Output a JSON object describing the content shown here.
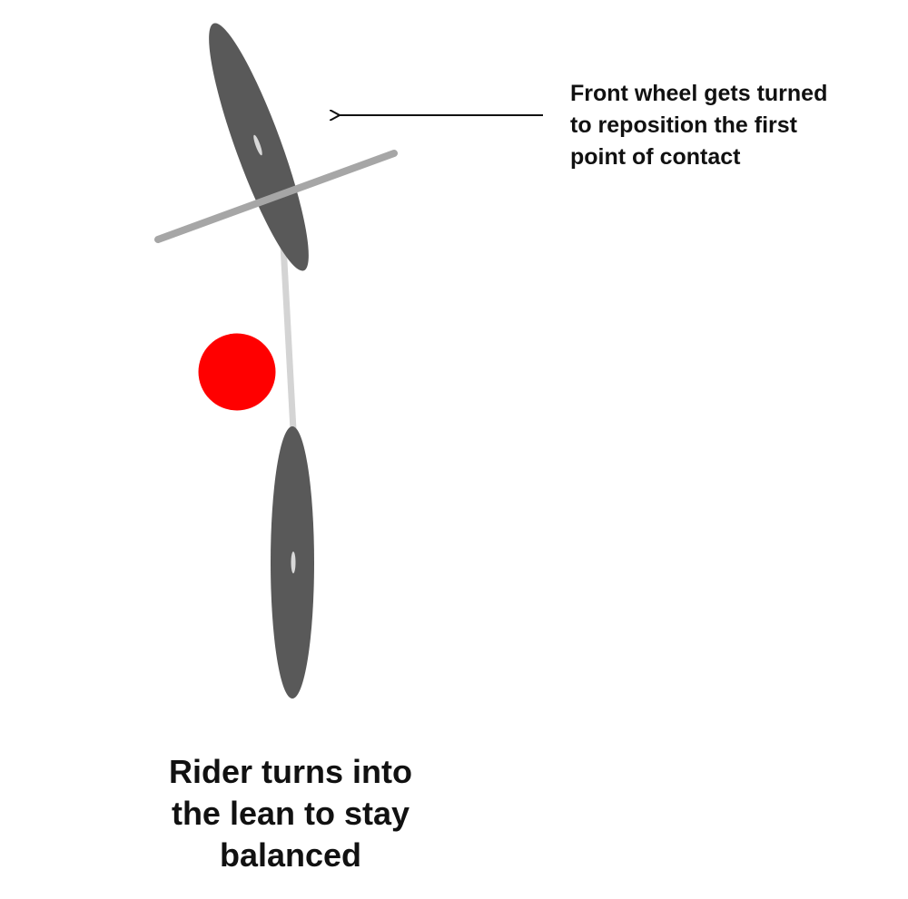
{
  "annotation": {
    "lines": [
      "Front wheel gets turned",
      "to reposition the first",
      "point of contact"
    ]
  },
  "caption": {
    "lines": [
      "Rider turns into",
      "the lean to stay",
      "balanced"
    ]
  },
  "colors": {
    "wheel": "#595959",
    "hub": "#d9d9d9",
    "handlebar": "#a6a6a6",
    "frame": "#d4d4d4",
    "center_of_mass": "#ff0000",
    "arrow": "#111111",
    "text": "#111111"
  }
}
